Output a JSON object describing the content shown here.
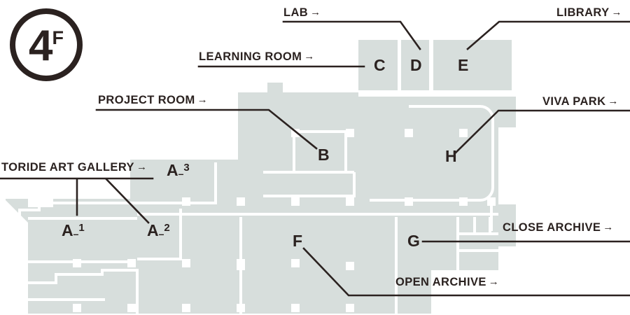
{
  "floor_badge": {
    "number": "4",
    "suffix": "F",
    "name": "floor-4"
  },
  "colors": {
    "ink": "#2b2220",
    "floor_fill": "#d7dedc",
    "wall_line": "#ffffff",
    "page_background": "#ffffff"
  },
  "callouts": [
    {
      "id": "lab",
      "label": "LAB",
      "arrow": "→",
      "target_room": "D"
    },
    {
      "id": "library",
      "label": "LIBRARY",
      "arrow": "→",
      "target_room": "E"
    },
    {
      "id": "learning-room",
      "label": "LEARNING ROOM",
      "arrow": "→",
      "target_room": "C"
    },
    {
      "id": "project-room",
      "label": "PROJECT ROOM",
      "arrow": "→",
      "target_room": "B"
    },
    {
      "id": "viva-park",
      "label": "VIVA PARK",
      "arrow": "→",
      "target_room": "H"
    },
    {
      "id": "toride-art-gallery",
      "label": "TORIDE ART GALLERY",
      "arrow": "→",
      "target_room": "A-1, A-2"
    },
    {
      "id": "close-archive",
      "label": "CLOSE ARCHIVE",
      "arrow": "→",
      "target_room": "G"
    },
    {
      "id": "open-archive",
      "label": "OPEN ARCHIVE",
      "arrow": "→",
      "target_room": "F"
    }
  ],
  "rooms": [
    {
      "id": "a1",
      "letter": "A",
      "dash": "–",
      "index": "1"
    },
    {
      "id": "a2",
      "letter": "A",
      "dash": "–",
      "index": "2"
    },
    {
      "id": "a3",
      "letter": "A",
      "dash": "–",
      "index": "3"
    },
    {
      "id": "b",
      "letter": "B",
      "dash": "",
      "index": ""
    },
    {
      "id": "c",
      "letter": "C",
      "dash": "",
      "index": ""
    },
    {
      "id": "d",
      "letter": "D",
      "dash": "",
      "index": ""
    },
    {
      "id": "e",
      "letter": "E",
      "dash": "",
      "index": ""
    },
    {
      "id": "f",
      "letter": "F",
      "dash": "",
      "index": ""
    },
    {
      "id": "g",
      "letter": "G",
      "dash": "",
      "index": ""
    },
    {
      "id": "h",
      "letter": "H",
      "dash": "",
      "index": ""
    }
  ]
}
